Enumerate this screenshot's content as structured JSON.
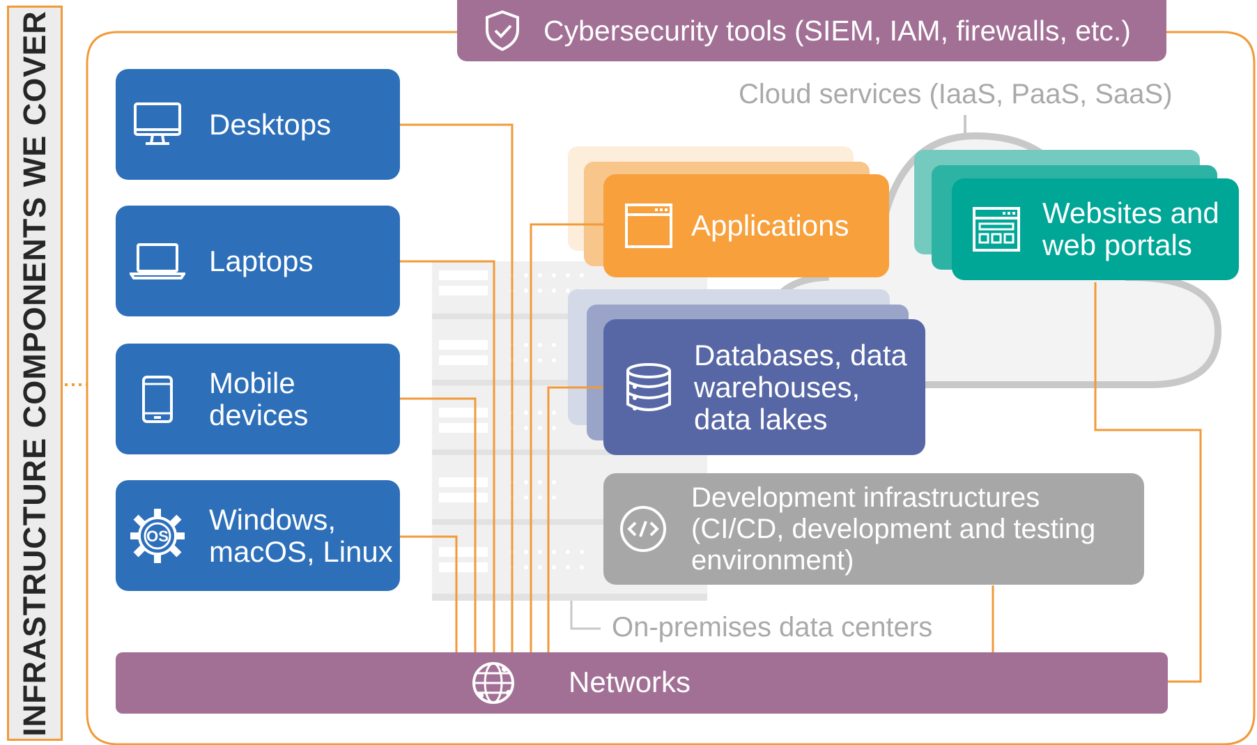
{
  "sidebar_title": "INFRASTRUCTURE COMPONENTS WE COVER",
  "top_banner": {
    "label": "Cybersecurity tools (SIEM, IAM, firewalls, etc.)",
    "icon": "shield-check-icon"
  },
  "cloud_label": "Cloud services (IaaS, PaaS, SaaS)",
  "onprem_label": "On-premises data centers",
  "devices": [
    {
      "label": "Desktops",
      "icon": "desktop-icon"
    },
    {
      "label": "Laptops",
      "icon": "laptop-icon"
    },
    {
      "label": "Mobile\ndevices",
      "icon": "mobile-icon"
    },
    {
      "label": "Windows,\nmacOS, Linux",
      "icon": "os-gear-icon"
    }
  ],
  "components": {
    "applications": {
      "label": "Applications",
      "icon": "app-window-icon"
    },
    "websites": {
      "label": "Websites and\nweb portals",
      "icon": "web-portal-icon"
    },
    "databases": {
      "label": "Databases, data\nwarehouses,\ndata lakes",
      "icon": "database-icon"
    },
    "development": {
      "label": "Development infrastructures\n(CI/CD, development and testing\nenvironment)",
      "icon": "code-icon"
    }
  },
  "networks": {
    "label": "Networks",
    "icon": "globe-network-icon"
  },
  "colors": {
    "connector": "#f19a38",
    "device_blue": "#2d6fb9",
    "applications_orange": "#f7a03c",
    "websites_teal": "#00a696",
    "databases_indigo": "#5767a5",
    "development_gray": "#a7a7a7",
    "banner_purple": "#a27095"
  }
}
